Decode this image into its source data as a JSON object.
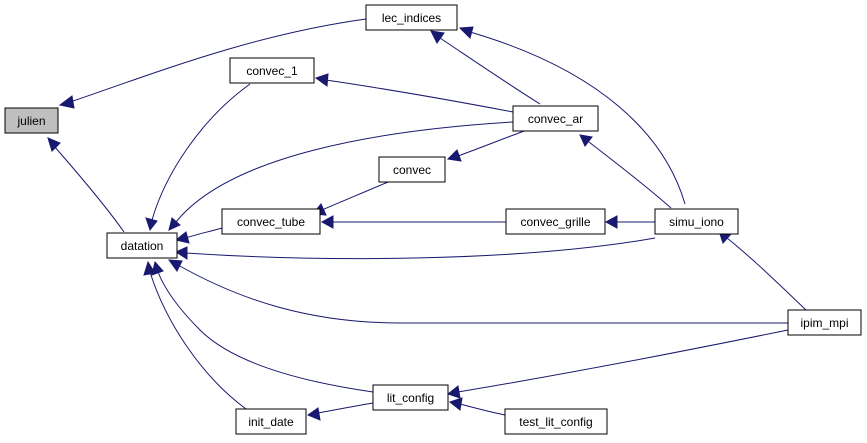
{
  "graph": {
    "nodes": {
      "julien": "julien",
      "lec_indices": "lec_indices",
      "convec_1": "convec_1",
      "convec_ar": "convec_ar",
      "convec": "convec",
      "datation": "datation",
      "convec_tube": "convec_tube",
      "convec_grille": "convec_grille",
      "simu_iono": "simu_iono",
      "ipim_mpi": "ipim_mpi",
      "lit_config": "lit_config",
      "init_date": "init_date",
      "test_lit_config": "test_lit_config"
    },
    "highlighted_node": "julien",
    "colors": {
      "edge": "#191970",
      "highlight_fill": "#bfbfbf",
      "node_fill": "#ffffff",
      "node_border": "#000000"
    },
    "edges": [
      {
        "from": "lec_indices",
        "to": "julien"
      },
      {
        "from": "datation",
        "to": "julien"
      },
      {
        "from": "convec_ar",
        "to": "lec_indices"
      },
      {
        "from": "simu_iono",
        "to": "lec_indices"
      },
      {
        "from": "convec_ar",
        "to": "convec_1"
      },
      {
        "from": "convec_1",
        "to": "datation"
      },
      {
        "from": "convec_ar",
        "to": "datation"
      },
      {
        "from": "convec_tube",
        "to": "datation"
      },
      {
        "from": "simu_iono",
        "to": "datation"
      },
      {
        "from": "ipim_mpi",
        "to": "datation"
      },
      {
        "from": "lit_config",
        "to": "datation"
      },
      {
        "from": "init_date",
        "to": "datation"
      },
      {
        "from": "convec_ar",
        "to": "convec"
      },
      {
        "from": "convec",
        "to": "convec_tube"
      },
      {
        "from": "convec_grille",
        "to": "convec_tube"
      },
      {
        "from": "simu_iono",
        "to": "convec_ar"
      },
      {
        "from": "simu_iono",
        "to": "convec_grille"
      },
      {
        "from": "ipim_mpi",
        "to": "simu_iono"
      },
      {
        "from": "ipim_mpi",
        "to": "lit_config"
      },
      {
        "from": "test_lit_config",
        "to": "lit_config"
      },
      {
        "from": "lit_config",
        "to": "init_date"
      }
    ]
  }
}
